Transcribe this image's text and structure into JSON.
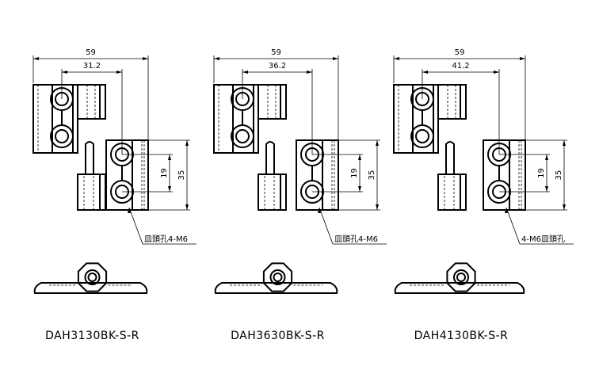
{
  "groups": [
    {
      "overall": "59",
      "offset_dim": "31.2",
      "pitch": "19",
      "height": "35",
      "callout": "皿頭孔4-M6",
      "model": "DAH3130BK-S-R"
    },
    {
      "overall": "59",
      "offset_dim": "36.2",
      "pitch": "19",
      "height": "35",
      "callout": "皿頭孔4-M6",
      "model": "DAH3630BK-S-R"
    },
    {
      "overall": "59",
      "offset_dim": "41.2",
      "pitch": "19",
      "height": "35",
      "callout": "4-M6皿頭孔",
      "model": "DAH4130BK-S-R"
    }
  ]
}
